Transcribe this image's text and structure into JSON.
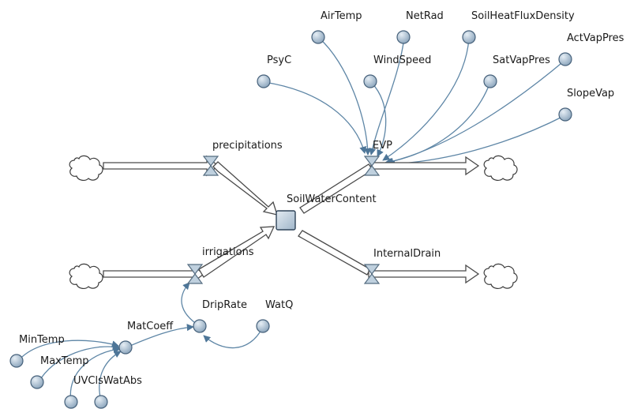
{
  "stock": {
    "label": "SoilWaterContent"
  },
  "flows": {
    "precipitations": "precipitations",
    "irrigations": "irrigations",
    "evp": "EVP",
    "internal_drain": "InternalDrain"
  },
  "variables": {
    "air_temp": "AirTemp",
    "net_rad": "NetRad",
    "soil_heat_flux_density": "SoilHeatFluxDensity",
    "act_vap_pres": "ActVapPres",
    "psyc": "PsyC",
    "wind_speed": "WindSpeed",
    "sat_vap_pres": "SatVapPres",
    "slope_vap": "SlopeVap",
    "drip_rate": "DripRate",
    "wat_q": "WatQ",
    "mat_coeff": "MatCoeff",
    "min_temp": "MinTemp",
    "max_temp": "MaxTemp",
    "uvcls_wat_abs": "UVClsWatAbs"
  },
  "colors": {
    "link": "#5e86a6",
    "variable_fill": "#9fb6cb",
    "valve_fill": "#bfd0de",
    "pipe_outline": "#4a4a4a",
    "stock_fill": "#b7c9d9"
  }
}
